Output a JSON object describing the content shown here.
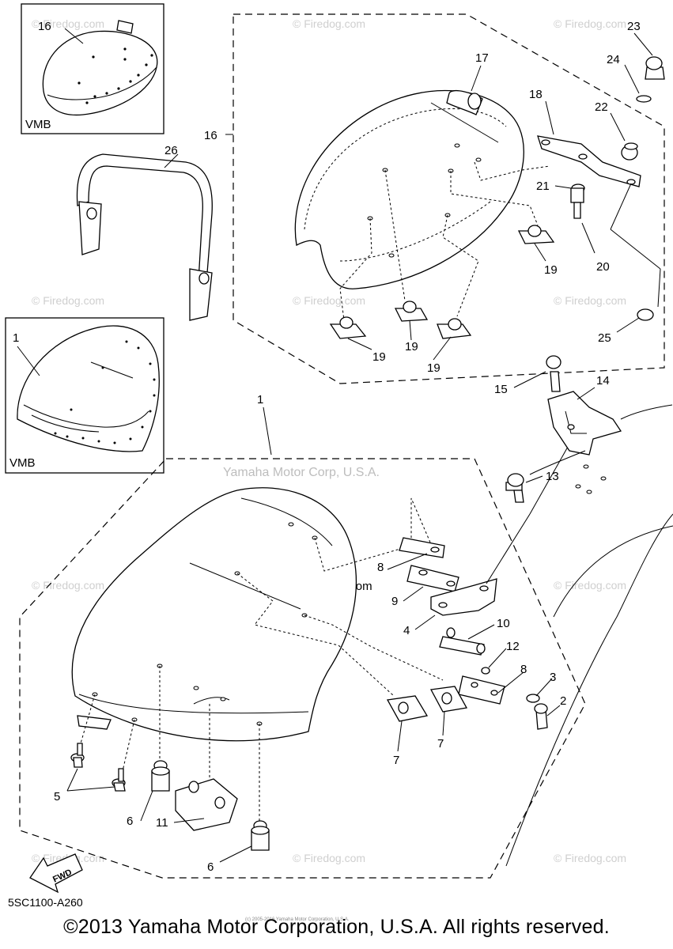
{
  "inset_label": "VMB",
  "callouts": {
    "c1": "1",
    "c2": "2",
    "c3": "3",
    "c4": "4",
    "c5": "5",
    "c6": "6",
    "c7": "7",
    "c8": "8",
    "c9": "9",
    "c10": "10",
    "c11": "11",
    "c12": "12",
    "c13": "13",
    "c14": "14",
    "c15": "15",
    "c16": "16",
    "c17": "17",
    "c18": "18",
    "c19": "19",
    "c20": "20",
    "c21": "21",
    "c22": "22",
    "c23": "23",
    "c24": "24",
    "c25": "25",
    "c26": "26"
  },
  "watermark": {
    "site": "© Firedog.com",
    "owner": "Yamaha Motor Corp, U.S.A."
  },
  "fwd_label": "FWD",
  "part_code": "5SC1100-A260",
  "tiny_notice": "(c) 2005-2016 Yamaha Motor Corporation, U.S.A.",
  "footer": "©2013 Yamaha Motor Corporation, U.S.A. All rights reserved."
}
